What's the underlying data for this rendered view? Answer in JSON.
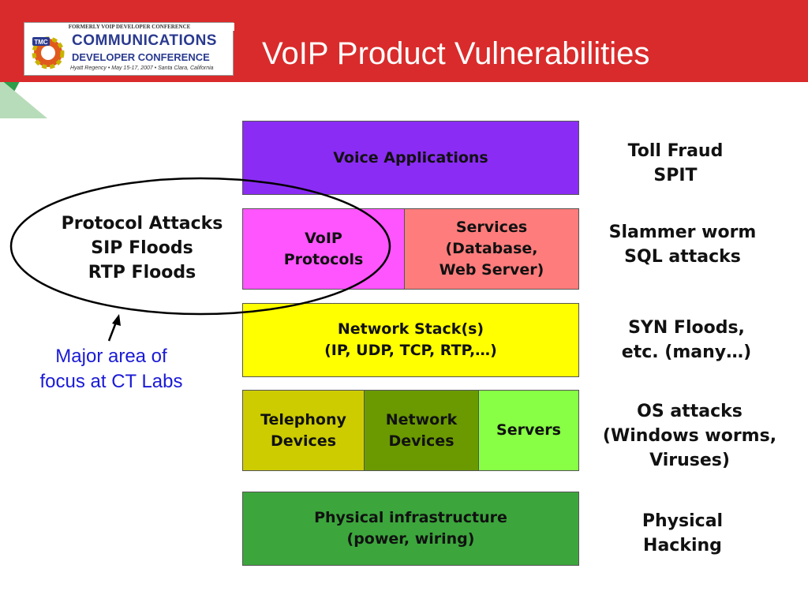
{
  "header": {
    "logo": {
      "top_line": "FORMERLY VOIP DEVELOPER CONFERENCE",
      "badge": "TMC",
      "line1": "COMMUNICATIONS",
      "line2": "DEVELOPER CONFERENCE",
      "line3": "Hyatt Regency • May 15-17, 2007 • Santa Clara, California"
    },
    "title": "VoIP Product Vulnerabilities"
  },
  "layers": {
    "voice_applications": "Voice Applications",
    "voip_protocols": "VoIP\nProtocols",
    "services": "Services\n(Database,\nWeb Server)",
    "network_stack": "Network Stack(s)\n(IP, UDP, TCP, RTP,…)",
    "telephony_devices": "Telephony\nDevices",
    "network_devices": "Network\nDevices",
    "servers": "Servers",
    "physical_infrastructure": "Physical infrastructure\n(power, wiring)"
  },
  "threats": {
    "voice_applications": "Toll Fraud\nSPIT",
    "protocols_services": "Slammer worm\nSQL attacks",
    "network_stack": "SYN Floods,\netc. (many…)",
    "devices": "OS attacks\n(Windows worms,\nViruses)",
    "physical": "Physical\nHacking"
  },
  "callout": {
    "protocol_attacks": "Protocol Attacks\nSIP Floods\nRTP Floods",
    "focus": "Major area of\nfocus at CT Labs"
  },
  "colors": {
    "header_red": "#d92b2b",
    "header_green": "#2e9e4a",
    "voice_applications": "#8b2cf5",
    "voip_protocols": "#ff55ff",
    "services": "#ff7c7c",
    "network_stack": "#ffff00",
    "telephony_devices": "#cccc00",
    "network_devices": "#6a9a00",
    "servers": "#88ff44",
    "physical_infrastructure": "#3ca63c",
    "focus_text": "#1a1ad6"
  }
}
